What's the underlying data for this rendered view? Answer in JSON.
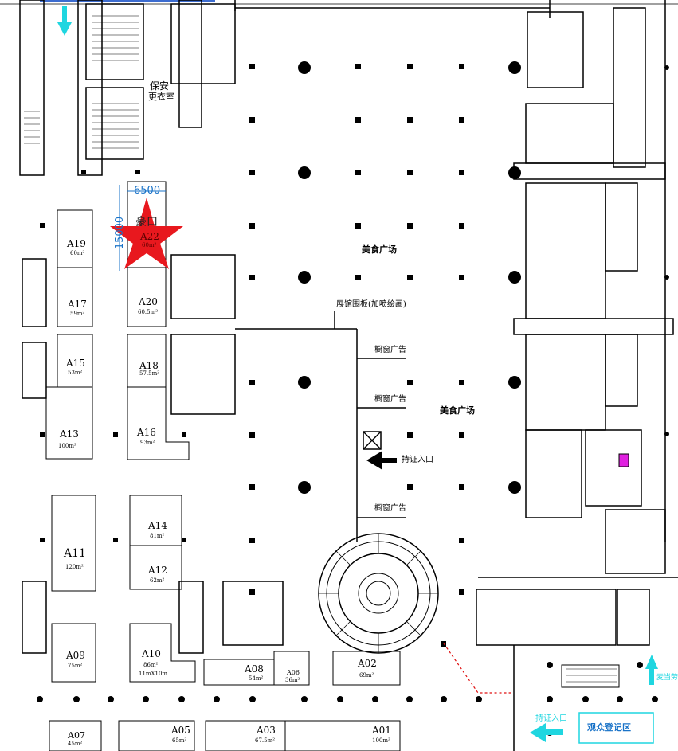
{
  "stalls": [
    {
      "id": "A19",
      "area": "60m²"
    },
    {
      "id": "A17",
      "area": "59m²"
    },
    {
      "id": "A22",
      "area": "60m²"
    },
    {
      "id": "A20",
      "area": "60.5m²"
    },
    {
      "id": "A15",
      "area": "53m²"
    },
    {
      "id": "A18",
      "area": "57.5m²"
    },
    {
      "id": "A13",
      "area": "100m²"
    },
    {
      "id": "A16",
      "area": "93m²"
    },
    {
      "id": "A11",
      "area": "120m²"
    },
    {
      "id": "A14",
      "area": "81m²"
    },
    {
      "id": "A12",
      "area": "62m²"
    },
    {
      "id": "A09",
      "area": "75m²"
    },
    {
      "id": "A10",
      "area": "86m²",
      "extra": "11mX10m"
    },
    {
      "id": "A08",
      "area": "54m²"
    },
    {
      "id": "A06",
      "area": "36m²"
    },
    {
      "id": "A02",
      "area": "69m²"
    },
    {
      "id": "A07",
      "area": "45m²"
    },
    {
      "id": "A05",
      "area": "65m²"
    },
    {
      "id": "A03",
      "area": "67.5m²"
    },
    {
      "id": "A01",
      "area": "100m²"
    }
  ],
  "labels": {
    "security_room_line1": "保安",
    "security_room_line2": "更衣室",
    "food_plaza_1": "美食广场",
    "food_plaza_2": "美食广场",
    "hall_board": "展馆围板(加喷绘画)",
    "window_ad_1": "橱窗广告",
    "window_ad_2": "橱窗广告",
    "window_ad_3": "橱窗广告",
    "entrance_pass": "持证入口",
    "entrance_pass_bottom": "持证入口",
    "entrance_mcd": "麦当劳",
    "registration": "观众登记区",
    "star_label": "豪口",
    "dim_width": "6500",
    "dim_height": "15000"
  },
  "colors": {
    "line": "#000000",
    "star": "#e8181e",
    "arrow": "#1fd6e0",
    "dimension": "#1a73c8",
    "accent": "#e020e0",
    "redline": "#e01010",
    "topbar": "#3c6cd0"
  }
}
